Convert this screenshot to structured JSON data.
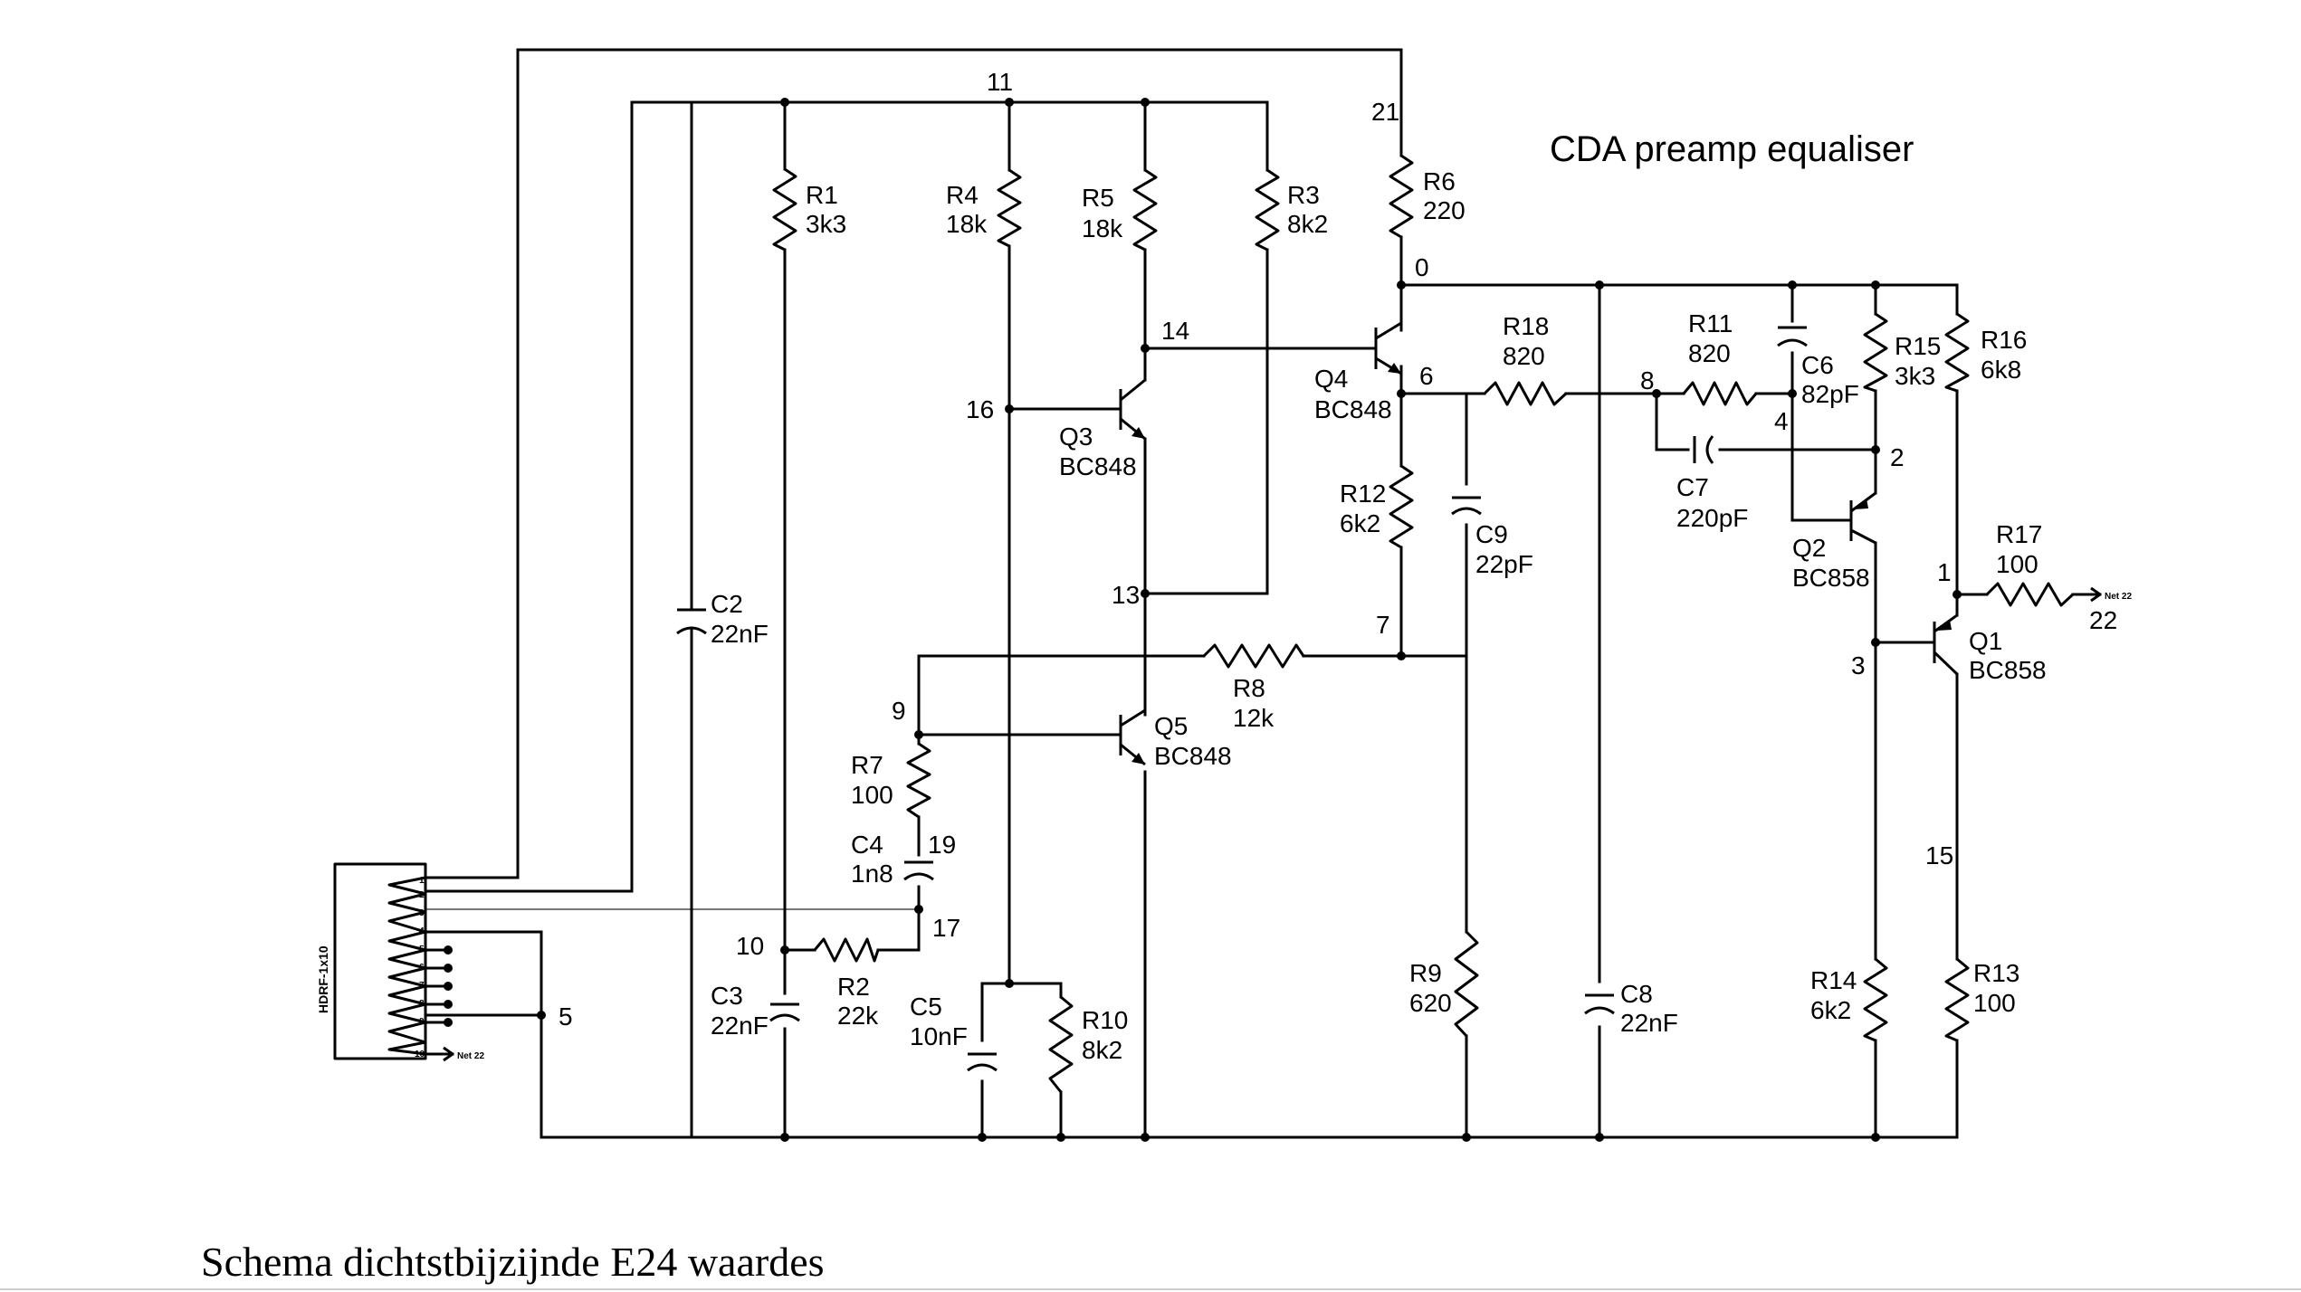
{
  "title": "CDA preamp equaliser",
  "caption": "Schema dichtstbijzijnde E24 waardes",
  "connector": {
    "ref": "HDRF-1x10",
    "net_label": "Net 22",
    "pins": [
      "1",
      "2",
      "3",
      "4",
      "5",
      "6",
      "7",
      "8",
      "9",
      "10"
    ]
  },
  "output_net": "Net 22",
  "components": {
    "R1": {
      "ref": "R1",
      "value": "3k3"
    },
    "R2": {
      "ref": "R2",
      "value": "22k"
    },
    "R3": {
      "ref": "R3",
      "value": "8k2"
    },
    "R4": {
      "ref": "R4",
      "value": "18k"
    },
    "R5": {
      "ref": "R5",
      "value": "18k"
    },
    "R6": {
      "ref": "R6",
      "value": "220"
    },
    "R7": {
      "ref": "R7",
      "value": "100"
    },
    "R8": {
      "ref": "R8",
      "value": "12k"
    },
    "R9": {
      "ref": "R9",
      "value": "620"
    },
    "R10": {
      "ref": "R10",
      "value": "8k2"
    },
    "R11": {
      "ref": "R11",
      "value": "820"
    },
    "R12": {
      "ref": "R12",
      "value": "6k2"
    },
    "R13": {
      "ref": "R13",
      "value": "100"
    },
    "R14": {
      "ref": "R14",
      "value": "6k2"
    },
    "R15": {
      "ref": "R15",
      "value": "3k3"
    },
    "R16": {
      "ref": "R16",
      "value": "6k8"
    },
    "R17": {
      "ref": "R17",
      "value": "100"
    },
    "R18": {
      "ref": "R18",
      "value": "820"
    },
    "C2": {
      "ref": "C2",
      "value": "22nF"
    },
    "C3": {
      "ref": "C3",
      "value": "22nF"
    },
    "C4": {
      "ref": "C4",
      "value": "1n8"
    },
    "C5": {
      "ref": "C5",
      "value": "10nF"
    },
    "C6": {
      "ref": "C6",
      "value": "82pF"
    },
    "C7": {
      "ref": "C7",
      "value": "220pF"
    },
    "C8": {
      "ref": "C8",
      "value": "22nF"
    },
    "C9": {
      "ref": "C9",
      "value": "22pF"
    },
    "Q1": {
      "ref": "Q1",
      "value": "BC858"
    },
    "Q2": {
      "ref": "Q2",
      "value": "BC858"
    },
    "Q3": {
      "ref": "Q3",
      "value": "BC848"
    },
    "Q4": {
      "ref": "Q4",
      "value": "BC848"
    },
    "Q5": {
      "ref": "Q5",
      "value": "BC848"
    }
  },
  "nodes": {
    "n0": "0",
    "n1": "1",
    "n2": "2",
    "n3": "3",
    "n4": "4",
    "n5": "5",
    "n6": "6",
    "n7": "7",
    "n8": "8",
    "n9": "9",
    "n10": "10",
    "n11": "11",
    "n13": "13",
    "n14": "14",
    "n15": "15",
    "n16": "16",
    "n17": "17",
    "n19": "19",
    "n21": "21",
    "n22": "22"
  }
}
